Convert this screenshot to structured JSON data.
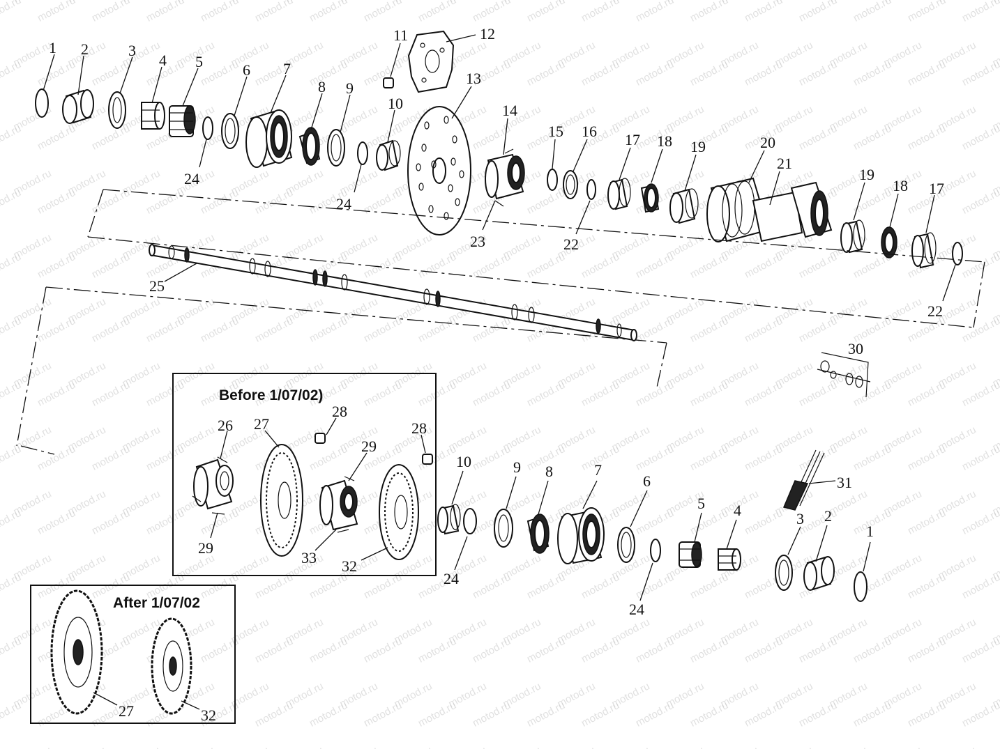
{
  "watermark": "motod.ru",
  "insets": {
    "before": {
      "title": "Before 1/07/02)"
    },
    "after": {
      "title": "After 1/07/02"
    }
  },
  "callouts": {
    "top_1": "1",
    "top_2": "2",
    "top_3": "3",
    "top_4": "4",
    "top_5": "5",
    "top_6": "6",
    "top_7": "7",
    "top_8": "8",
    "top_9": "9",
    "top_10": "10",
    "top_11": "11",
    "top_12": "12",
    "top_13": "13",
    "top_14": "14",
    "top_15": "15",
    "top_16": "16",
    "top_17": "17",
    "top_18": "18",
    "top_19": "19",
    "top_20": "20",
    "top_21": "21",
    "top_24a": "24",
    "top_24b": "24",
    "top_22a": "22",
    "top_23": "23",
    "right_19": "19",
    "right_18": "18",
    "right_17": "17",
    "right_22": "22",
    "shaft_25": "25",
    "part_30": "30",
    "part_31": "31",
    "before_26": "26",
    "before_27": "27",
    "before_28a": "28",
    "before_29a": "29",
    "before_28b": "28",
    "before_29b": "29",
    "before_33": "33",
    "before_32": "32",
    "bot_10": "10",
    "bot_9": "9",
    "bot_8": "8",
    "bot_7": "7",
    "bot_6": "6",
    "bot_5": "5",
    "bot_4": "4",
    "bot_3": "3",
    "bot_2": "2",
    "bot_1": "1",
    "bot_24a": "24",
    "bot_24b": "24",
    "after_27": "27",
    "after_32": "32"
  }
}
